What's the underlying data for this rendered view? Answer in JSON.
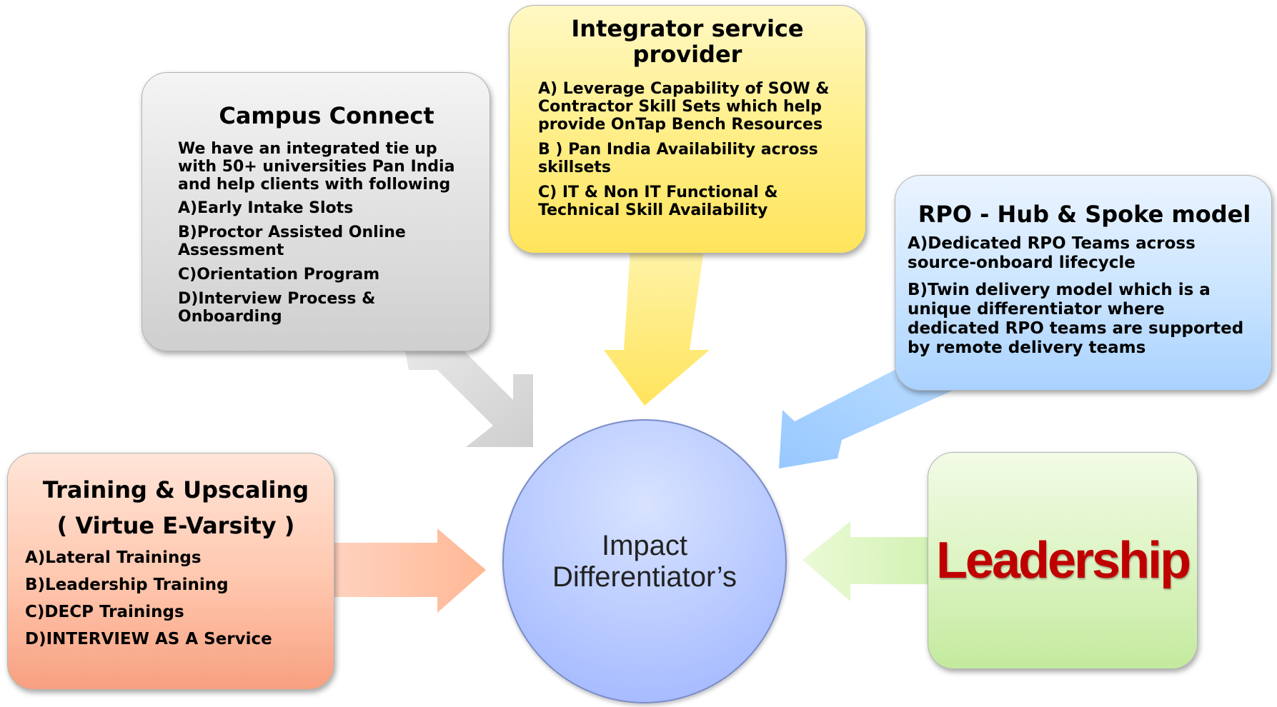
{
  "center": {
    "line1": "Impact",
    "line2": "Differentiator’s"
  },
  "campus": {
    "title": "Campus Connect",
    "intro": "We have an integrated tie up with 50+ universities Pan India and help  clients with following",
    "items": [
      "A)Early Intake Slots",
      "B)Proctor Assisted Online Assessment",
      "C)Orientation Program",
      "D)Interview Process & Onboarding"
    ]
  },
  "integrator": {
    "title": "Integrator service provider",
    "items": [
      "A) Leverage Capability of SOW & Contractor Skill Sets which help provide OnTap Bench Resources",
      "B ) Pan India Availability across skillsets",
      "C) IT & Non IT Functional & Technical Skill Availability"
    ]
  },
  "rpo": {
    "title": "RPO - Hub & Spoke model",
    "items": [
      "A)Dedicated RPO Teams across source-onboard lifecycle",
      "B)Twin delivery model which is a unique differentiator where dedicated RPO teams are supported by remote delivery teams"
    ]
  },
  "training": {
    "title_line1": "Training & Upscaling",
    "title_line2": "( Virtue E-Varsity )",
    "items": [
      "A)Lateral Trainings",
      "B)Leadership Training",
      "C)DECP Trainings",
      "D)INTERVIEW AS A Service"
    ]
  },
  "leadership": {
    "label": "Leadership"
  },
  "colors": {
    "campus_arrow": "#d9d9d9",
    "integrator_arrow": "#ffef8a",
    "rpo_arrow": "#a9d2ff",
    "training_arrow": "#ffc6ad",
    "leadership_arrow": "#ddf4c4",
    "leadership_text": "#c00000"
  }
}
